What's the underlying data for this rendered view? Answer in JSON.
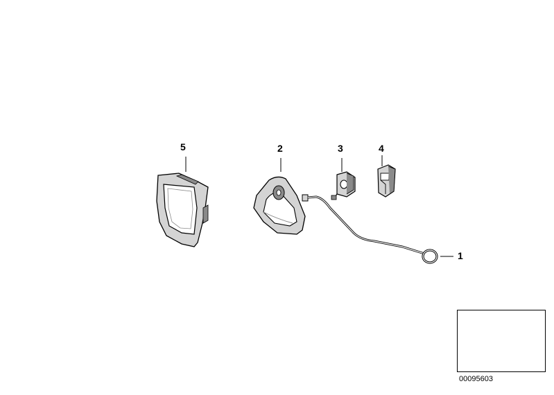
{
  "callouts": {
    "part_1": "1",
    "part_2": "2",
    "part_3": "3",
    "part_4": "4",
    "part_5": "5"
  },
  "diagram_id": "00095603",
  "colors": {
    "line": "#000000",
    "part_fill": "#d4d4d4",
    "part_dark": "#8a8a8a",
    "background": "#ffffff"
  }
}
